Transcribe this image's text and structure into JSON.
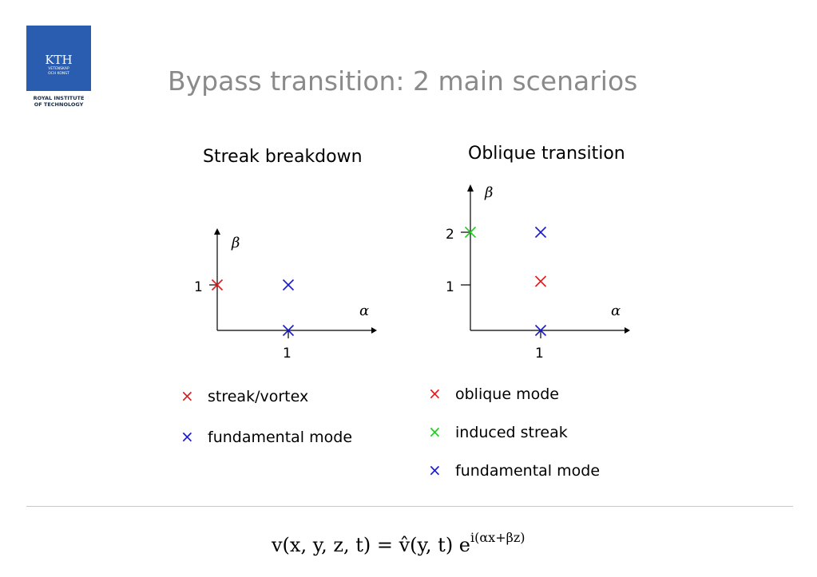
{
  "logo": {
    "name": "KTH",
    "line1": "VETENSKAP",
    "line2": "OCH KONST",
    "caption_line1": "ROYAL INSTITUTE",
    "caption_line2": "OF TECHNOLOGY",
    "color": "#2a5db0"
  },
  "slide_title": "Bypass transition: 2 main scenarios",
  "streak": {
    "title": "Streak breakdown",
    "x_axis_symbol": "α",
    "y_axis_symbol": "β",
    "tick_x": "1",
    "tick_y": "1",
    "legend": [
      {
        "marker": "×",
        "color": "red",
        "label": "streak/vortex"
      },
      {
        "marker": "×",
        "color": "blue",
        "label": "fundamental mode"
      }
    ]
  },
  "oblique": {
    "title": "Oblique transition",
    "x_axis_symbol": "α",
    "y_axis_symbol": "β",
    "tick_x": "1",
    "tick_y1": "1",
    "tick_y2": "2",
    "legend": [
      {
        "marker": "×",
        "color": "red",
        "label": "oblique mode"
      },
      {
        "marker": "×",
        "color": "green",
        "label": "induced streak"
      },
      {
        "marker": "×",
        "color": "blue",
        "label": "fundamental mode"
      }
    ]
  },
  "chart_data": [
    {
      "type": "scatter",
      "title": "Streak breakdown",
      "xlabel": "α",
      "ylabel": "β",
      "series": [
        {
          "name": "streak/vortex",
          "color": "#e41a1c",
          "points": [
            [
              0,
              1
            ]
          ]
        },
        {
          "name": "fundamental mode",
          "color": "#1a1acc",
          "points": [
            [
              1,
              1
            ],
            [
              1,
              0
            ]
          ]
        }
      ]
    },
    {
      "type": "scatter",
      "title": "Oblique transition",
      "xlabel": "α",
      "ylabel": "β",
      "series": [
        {
          "name": "oblique mode",
          "color": "#e41a1c",
          "points": [
            [
              1,
              1
            ]
          ]
        },
        {
          "name": "induced streak",
          "color": "#22cc22",
          "points": [
            [
              0,
              2
            ]
          ]
        },
        {
          "name": "fundamental mode",
          "color": "#1a1acc",
          "points": [
            [
              1,
              2
            ],
            [
              1,
              0
            ]
          ]
        }
      ]
    }
  ],
  "equation": {
    "lhs": "v(x, y, z, t) = v̂(y, t) e",
    "exponent": "i(αx+βz)"
  }
}
